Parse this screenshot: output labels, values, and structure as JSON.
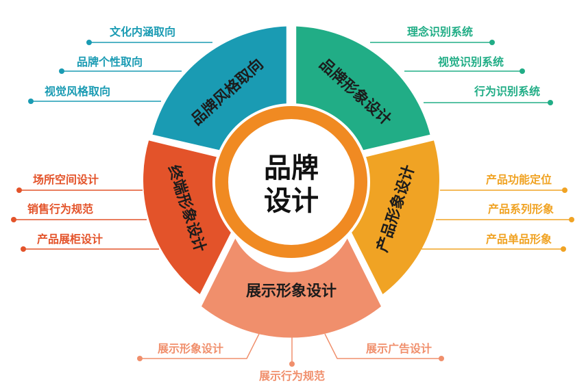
{
  "center": {
    "line1": "品牌",
    "line2": "设计"
  },
  "segments": [
    {
      "key": "style",
      "label": "品牌风格取向",
      "color": "#1a9bb3",
      "items": [
        "文化内涵取向",
        "品牌个性取向",
        "视觉风格取向"
      ]
    },
    {
      "key": "image",
      "label": "品牌形象设计",
      "color": "#21ad86",
      "items": [
        "理念识别系统",
        "视觉识别系统",
        "行为识别系统"
      ]
    },
    {
      "key": "product",
      "label": "产品形象设计",
      "color": "#f0a324",
      "items": [
        "产品功能定位",
        "产品系列形象",
        "产品单品形象"
      ]
    },
    {
      "key": "display",
      "label": "展示形象设计",
      "color": "#f08f6c",
      "items": [
        "展示形象设计",
        "展示行为规范",
        "展示广告设计"
      ]
    },
    {
      "key": "terminal",
      "label": "终端形象设计",
      "color": "#e3532a",
      "items": [
        "场所空间设计",
        "销售行为规范",
        "产品展柜设计"
      ]
    }
  ],
  "colors": {
    "ring": "#f08a22",
    "center_fill": "#ffffff"
  }
}
